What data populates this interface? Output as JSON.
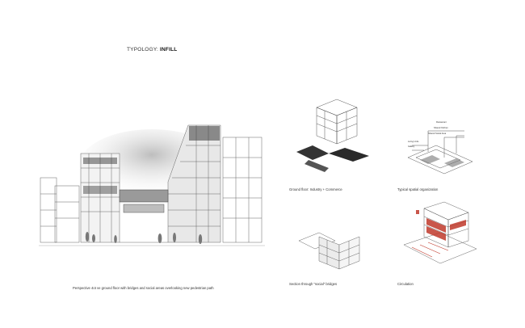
{
  "heading": {
    "prefix": "TYPOLOGY: ",
    "emphasis": "INFILL"
  },
  "captions": {
    "perspective": "Perspective 4ot ve ground floor with bridges and social areas overlooking new pedestrian path",
    "ground_floor": "Ground floor: Industry + Commerce",
    "typical": "Typical spatial organization",
    "section": "Section through \"social\" bridges",
    "circulation": "Circulation"
  },
  "typical_labels": {
    "l1": "Restaurant",
    "l2": "Shared Kitchen",
    "l3": "Shared Social Area",
    "l4": "Living Units",
    "l5": "Gallery"
  },
  "colors": {
    "accent_red": "#c0392b",
    "sketch": "#555555",
    "dark": "#2a2a2a"
  }
}
